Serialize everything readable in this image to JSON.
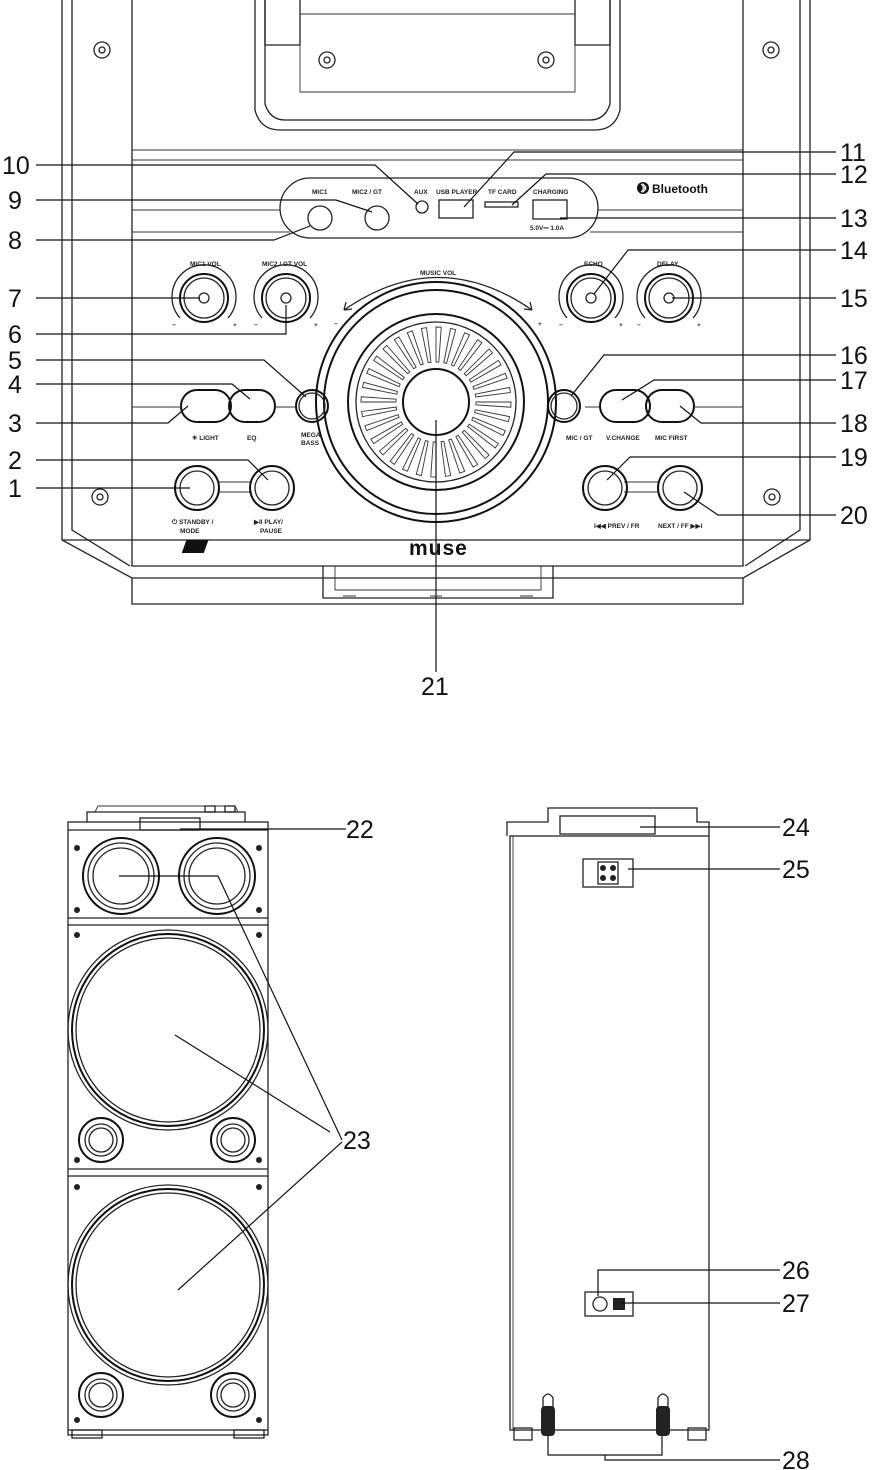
{
  "brand": "muse",
  "bluetooth_label": "Bluetooth",
  "panel_labels": {
    "mic1": "MIC1",
    "mic2_gt": "MIC2 / GT",
    "aux": "AUX",
    "usb_player": "USB PLAYER",
    "tf_card": "TF CARD",
    "charging": "CHARGING",
    "charging_spec": "5.0V⎓ 1.0A",
    "mic1_vol": "MIC1 VOL",
    "mic2_gt_vol": "MIC2 / GT VOL",
    "music_vol": "MUSIC VOL",
    "echo": "ECHO",
    "delay": "DELAY",
    "light": "✳ LIGHT",
    "eq": "EQ",
    "mega": "MEGA",
    "bass": "BASS",
    "mic_gt": "MIC / GT",
    "v_change": "V.CHANGE",
    "mic_first": "MIC FIRST",
    "standby": "⏻ STANDBY /",
    "mode": "MODE",
    "play": "▶II PLAY/",
    "pause": "PAUSE",
    "prev": "I◀◀ PREV / FR",
    "next": "NEXT / FF ▶▶I",
    "minus": "−",
    "plus": "+"
  },
  "callouts": [
    "1",
    "2",
    "3",
    "4",
    "5",
    "6",
    "7",
    "8",
    "9",
    "10",
    "11",
    "12",
    "13",
    "14",
    "15",
    "16",
    "17",
    "18",
    "19",
    "20",
    "21",
    "22",
    "23",
    "24",
    "25",
    "26",
    "27",
    "28"
  ]
}
